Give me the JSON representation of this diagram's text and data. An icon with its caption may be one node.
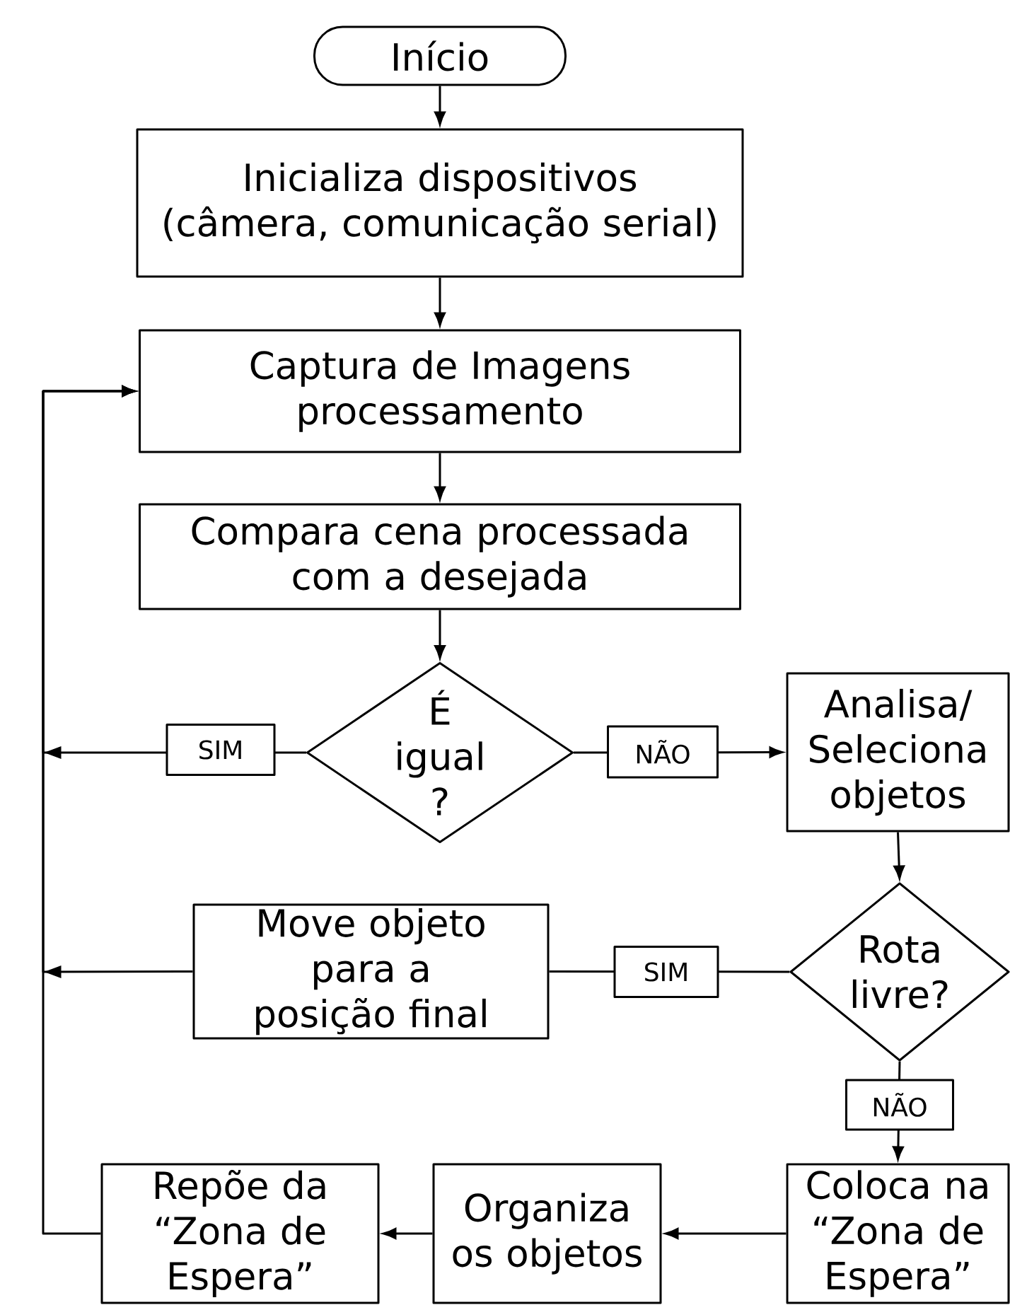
{
  "diagram": {
    "nodes": [
      {
        "text": [
          "Início"
        ]
      },
      {
        "text": [
          "Inicializa dispositivos (câmera, comunicação serial)"
        ]
      },
      {
        "text": [
          "Captura de Imagens processamento"
        ]
      },
      {
        "text": [
          "Compara cena processada com a desejada"
        ]
      },
      {
        "text": [
          "É igual ?"
        ]
      },
      {
        "text": [
          "Analisa/ Seleciona objetos"
        ]
      },
      {
        "text": [
          "Rota livre?"
        ]
      },
      {
        "text": [
          "Move objeto para a posição final"
        ]
      },
      {
        "text": [
          "Repõe da “Zona de Espera”"
        ]
      },
      {
        "text": [
          "Organiza os objetos"
        ]
      },
      {
        "text": [
          "Coloca na “Zona de Espera”"
        ]
      }
    ],
    "edges": [
      {
        "from": 0,
        "to": 1,
        "arrow": "to"
      },
      {
        "from": 1,
        "to": 2,
        "arrow": "to"
      },
      {
        "from": 2,
        "to": 3,
        "arrow": "to"
      },
      {
        "from": 3,
        "to": 4,
        "arrow": "to"
      },
      {
        "from": 4,
        "to": 2,
        "arrow": "to",
        "label": "SIM"
      },
      {
        "from": 4,
        "to": 5,
        "arrow": "to",
        "label": "NÃO"
      },
      {
        "from": 5,
        "to": 6,
        "arrow": "to"
      },
      {
        "from": 6,
        "to": 7,
        "arrow": "none",
        "label": "SIM"
      },
      {
        "from": 7,
        "to": 2,
        "arrow": "to"
      },
      {
        "from": 6,
        "to": 10,
        "arrow": "to",
        "label": "NÃO"
      },
      {
        "from": 10,
        "to": 9,
        "arrow": "to"
      },
      {
        "from": 9,
        "to": 8,
        "arrow": "to"
      },
      {
        "from": 8,
        "to": 2,
        "arrow": "to"
      }
    ]
  }
}
